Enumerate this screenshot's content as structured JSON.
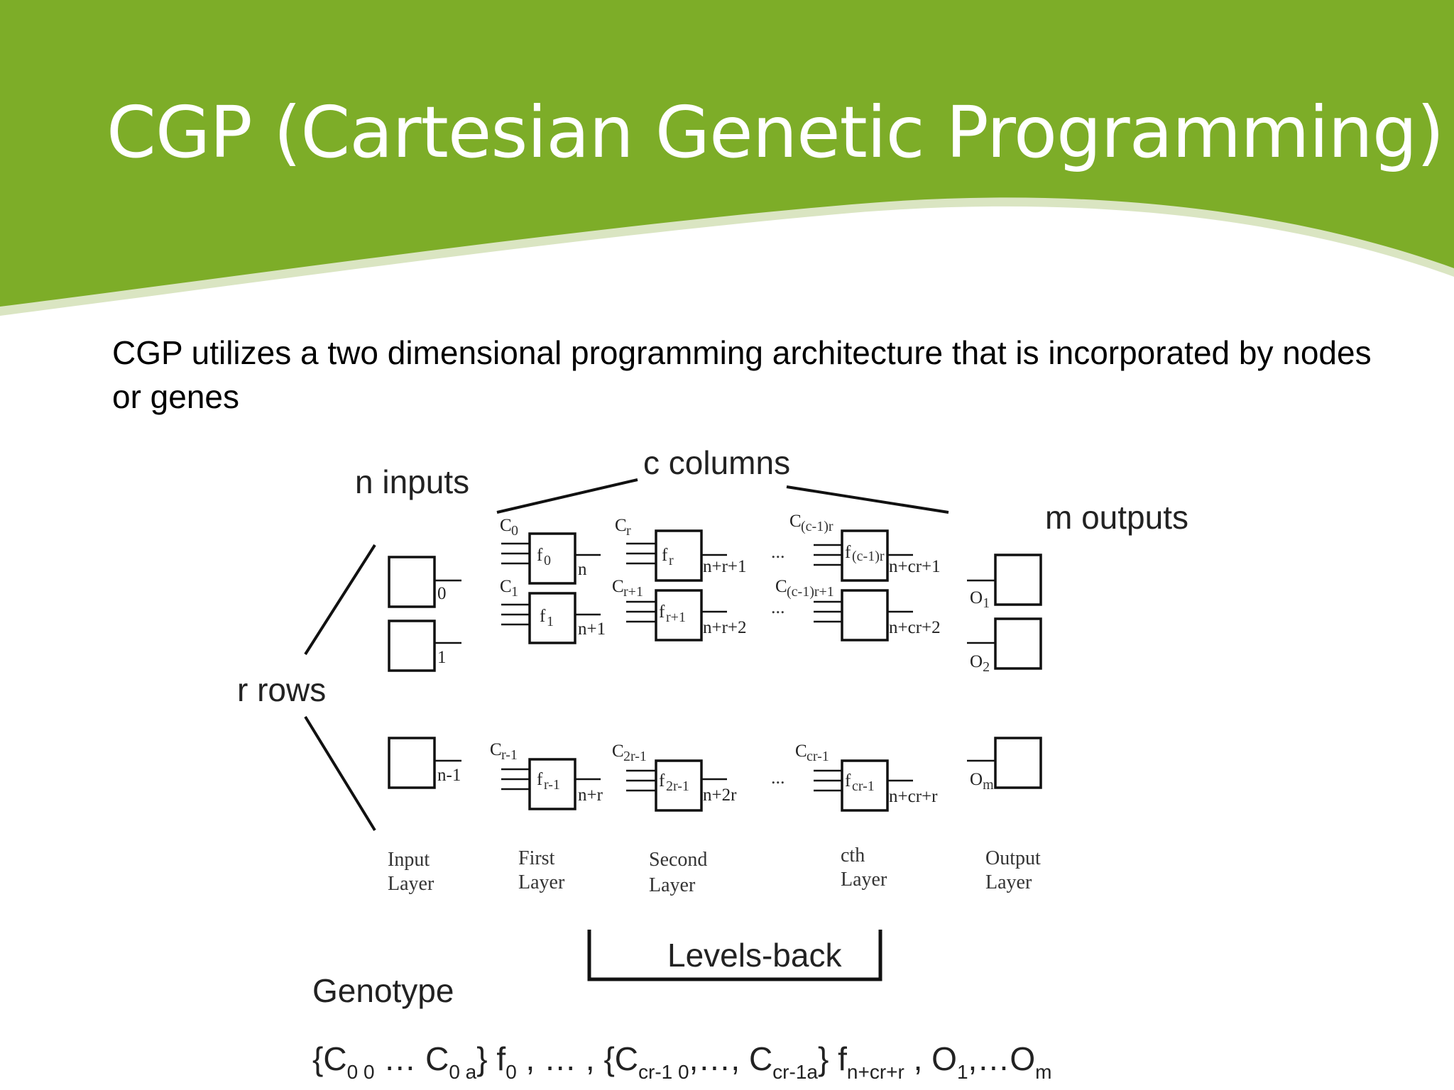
{
  "slide": {
    "title": "CGP (Cartesian Genetic Programming)",
    "body": "CGP utilizes a two dimensional programming architecture that is incorporated by nodes or genes"
  },
  "colors": {
    "header_green": "#7dad28",
    "header_green_light": "#8fbf35",
    "text": "#000000"
  },
  "diagram": {
    "labels": {
      "n_inputs": "n inputs",
      "c_columns": "c columns",
      "m_outputs": "m outputs",
      "r_rows": "r rows",
      "levels_back": "Levels-back",
      "genotype": "Genotype"
    },
    "input_ports": [
      "0",
      "1",
      "n-1"
    ],
    "output_ports": [
      {
        "name": "O",
        "sub": "1"
      },
      {
        "name": "O",
        "sub": "2"
      },
      {
        "name": "O",
        "sub": "m"
      }
    ],
    "nodes": [
      {
        "conn": "C",
        "conn_sub": "0",
        "func": "f",
        "func_sub": "0",
        "out": "n"
      },
      {
        "conn": "C",
        "conn_sub": "1",
        "func": "f",
        "func_sub": "1",
        "out": "n+1"
      },
      {
        "conn": "C",
        "conn_sub": "r-1",
        "func": "f",
        "func_sub": "r-1",
        "out": "n+r"
      },
      {
        "conn": "C",
        "conn_sub": "r",
        "func": "f",
        "func_sub": "r",
        "out": "n+r+1"
      },
      {
        "conn": "C",
        "conn_sub": "r+1",
        "func": "f",
        "func_sub": "r+1",
        "out": "n+r+2"
      },
      {
        "conn": "C",
        "conn_sub": "2r-1",
        "func": "f",
        "func_sub": "2r-1",
        "out": "n+2r"
      },
      {
        "conn": "C",
        "conn_sub": "(c-1)r",
        "func": "f",
        "func_sub": "(c-1)r",
        "out": "n+cr+1"
      },
      {
        "conn": "C",
        "conn_sub": "(c-1)r+1",
        "func": "",
        "func_sub": "",
        "out": "n+cr+2"
      },
      {
        "conn": "C",
        "conn_sub": "cr-1",
        "func": "f",
        "func_sub": "cr-1",
        "out": "n+cr+r"
      }
    ],
    "ellipses": [
      "...",
      "...",
      "..."
    ],
    "layers": [
      {
        "line1": "Input",
        "line2": "Layer"
      },
      {
        "line1": "First",
        "line2": "Layer"
      },
      {
        "line1": "Second",
        "line2": "Layer"
      },
      {
        "line1": "cth",
        "line2": "Layer"
      },
      {
        "line1": "Output",
        "line2": "Layer"
      }
    ],
    "genotype_formula": {
      "t1": "{C",
      "s1": "0 0",
      "t2": " … C",
      "s2": "0 a",
      "t3": "} f",
      "s3": "0",
      "t4": " , … , {C",
      "s4": "cr-1 0",
      "t5": ",…, C",
      "s5": "cr-1a",
      "t6": "} f",
      "s6": "n+cr+r",
      "t7": " , O",
      "s7": "1",
      "t8": ",…O",
      "s8": "m"
    }
  }
}
